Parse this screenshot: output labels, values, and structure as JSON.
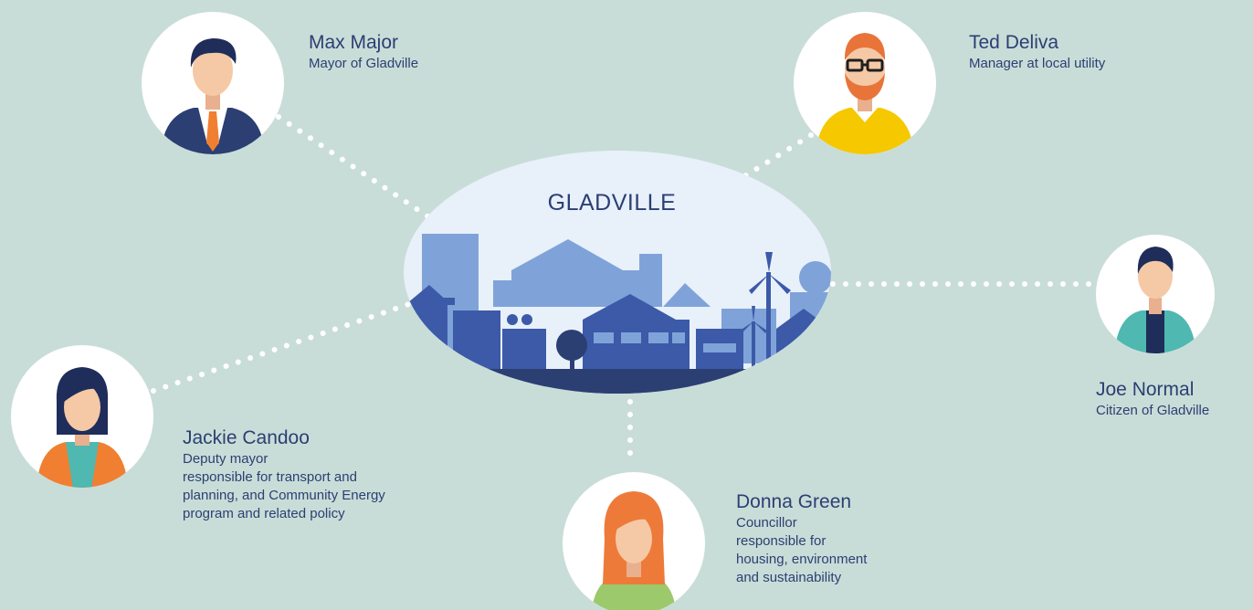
{
  "city": {
    "name": "GLADVILLE"
  },
  "people": {
    "max": {
      "name": "Max Major",
      "lines": [
        "Mayor of Gladville"
      ]
    },
    "ted": {
      "name": "Ted Deliva",
      "lines": [
        "Manager at local utility"
      ]
    },
    "joe": {
      "name": "Joe Normal",
      "lines": [
        "Citizen of Gladville"
      ]
    },
    "jackie": {
      "name": "Jackie Candoo",
      "lines": [
        "Deputy mayor",
        "responsible for transport and",
        "planning, and Community Energy",
        "program and related policy"
      ]
    },
    "donna": {
      "name": "Donna Green",
      "lines": [
        "Councillor",
        "responsible for",
        "housing, environment",
        "and sustainability"
      ]
    }
  },
  "colors": {
    "background": "#c9ddd8",
    "text": "#2b3f73",
    "city_sky": "#e8f0fa",
    "city_building_light": "#7fa3d8",
    "city_building_dark": "#3c5aa8",
    "connector_dots": "#ffffff",
    "skin": "#f5c9a5",
    "max_suit": "#2b3f73",
    "max_tie": "#f07f32",
    "ted_hair": "#e8743a",
    "ted_sweater": "#f5c800",
    "joe_jacket": "#4fb8b0",
    "jackie_top": "#f07f32",
    "jackie_shirt": "#4fb8b0",
    "donna_hair": "#ee7a3a",
    "donna_top": "#9cc96b"
  }
}
